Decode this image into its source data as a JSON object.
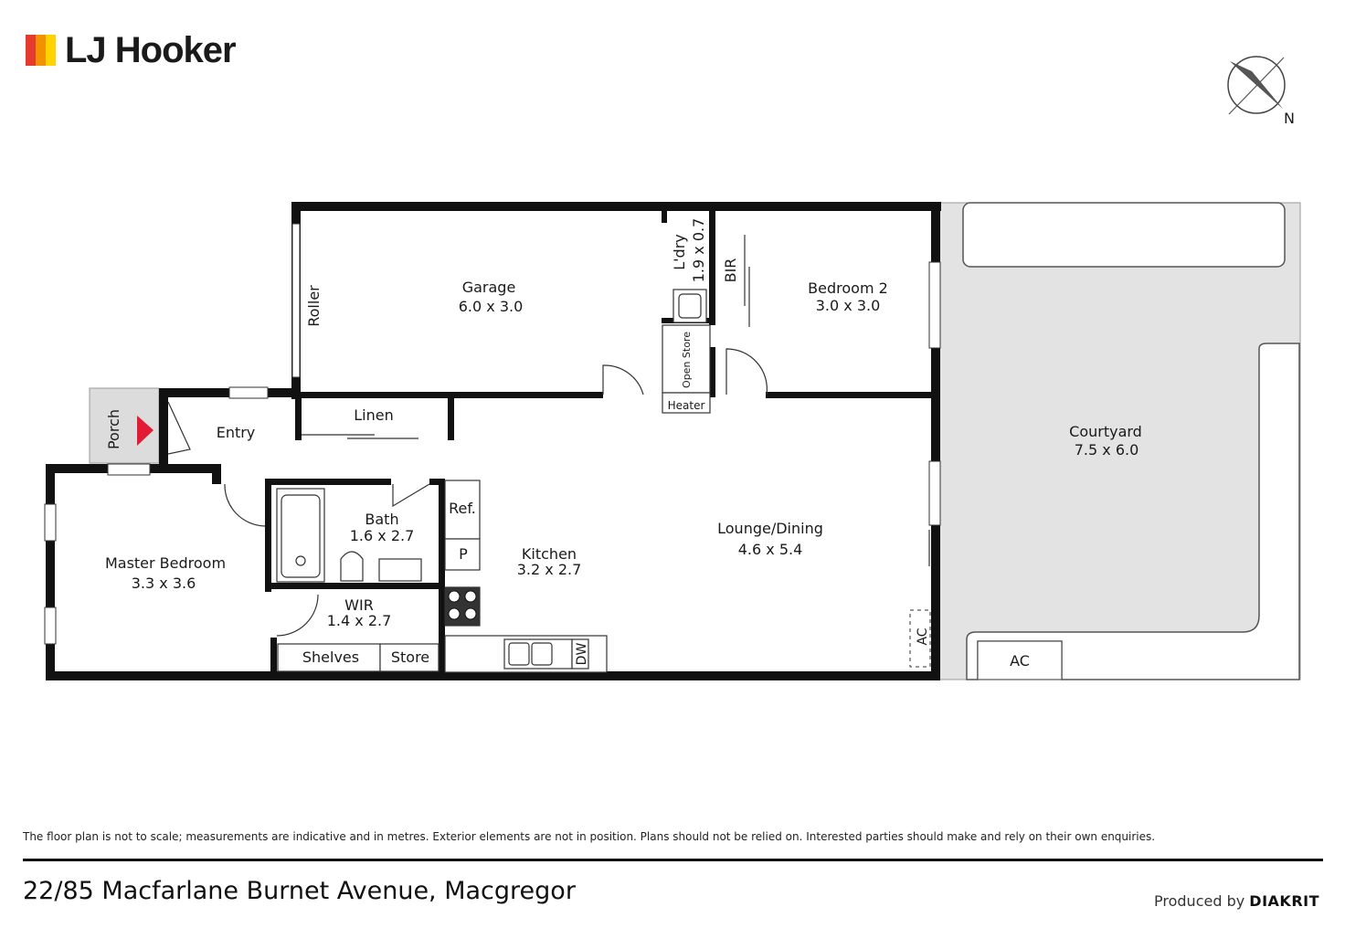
{
  "brand": {
    "name": "LJ Hooker",
    "colors": {
      "red": "#e63a2e",
      "orange": "#f39200",
      "yellow": "#ffd200"
    }
  },
  "compass": {
    "label": "N"
  },
  "rooms": {
    "garage": {
      "name": "Garage",
      "size": "6.0 x 3.0"
    },
    "laundry": {
      "name": "L'dry",
      "size": "1.9 x 0.7"
    },
    "bir": {
      "name": "BIR"
    },
    "bedroom2": {
      "name": "Bedroom 2",
      "size": "3.0 x 3.0"
    },
    "courtyard": {
      "name": "Courtyard",
      "size": "7.5 x 6.0"
    },
    "roller": {
      "name": "Roller"
    },
    "open_store": {
      "name": "Open Store"
    },
    "heater": {
      "name": "Heater"
    },
    "linen": {
      "name": "Linen"
    },
    "porch": {
      "name": "Porch"
    },
    "entry": {
      "name": "Entry"
    },
    "bath": {
      "name": "Bath",
      "size": "1.6 x 2.7"
    },
    "ref": {
      "name": "Ref."
    },
    "pantry": {
      "name": "P"
    },
    "kitchen": {
      "name": "Kitchen",
      "size": "3.2 x 2.7"
    },
    "lounge": {
      "name": "Lounge/Dining",
      "size": "4.6 x 5.4"
    },
    "master": {
      "name": "Master Bedroom",
      "size": "3.3 x 3.6"
    },
    "wir": {
      "name": "WIR",
      "size": "1.4 x 2.7"
    },
    "shelves": {
      "name": "Shelves"
    },
    "store": {
      "name": "Store"
    },
    "dw": {
      "name": "DW"
    },
    "ac_inside": {
      "name": "AC"
    },
    "ac_outside": {
      "name": "AC"
    }
  },
  "disclaimer": "The floor plan is not to scale; measurements are indicative and in metres. Exterior elements are not in position. Plans should not be relied on. Interested parties should make and rely on their own enquiries.",
  "address": "22/85 Macfarlane Burnet Avenue, Macgregor",
  "producer": {
    "prefix": "Produced by",
    "name": "DIAKRIT"
  },
  "colors": {
    "wall": "#111111",
    "courtyard": "#e3e3e3",
    "porch": "#dcdcdc",
    "entry_arrow": "#e31b35"
  }
}
